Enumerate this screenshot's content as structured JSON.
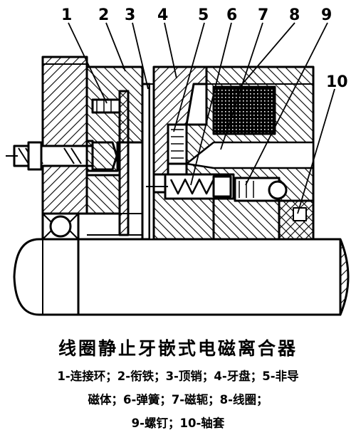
{
  "callouts": [
    {
      "number": "1",
      "part": "连接环"
    },
    {
      "number": "2",
      "part": "衔铁"
    },
    {
      "number": "3",
      "part": "顶销"
    },
    {
      "number": "4",
      "part": "牙盘"
    },
    {
      "number": "5",
      "part": "非导磁体"
    },
    {
      "number": "6",
      "part": "弹簧"
    },
    {
      "number": "7",
      "part": "磁轭"
    },
    {
      "number": "8",
      "part": "线圈"
    },
    {
      "number": "9",
      "part": "螺钉"
    },
    {
      "number": "10",
      "part": "轴套"
    }
  ],
  "caption": {
    "title": "线圈静止牙嵌式电磁离合器",
    "legend_line_1": "1-连接环；2-衔铁；3-顶销；4-牙盘；5-非导",
    "legend_line_2": "磁体；6-弹簧；7-磁轭；8-线圈；",
    "legend_line_3": "9-螺钉；10-轴套"
  }
}
